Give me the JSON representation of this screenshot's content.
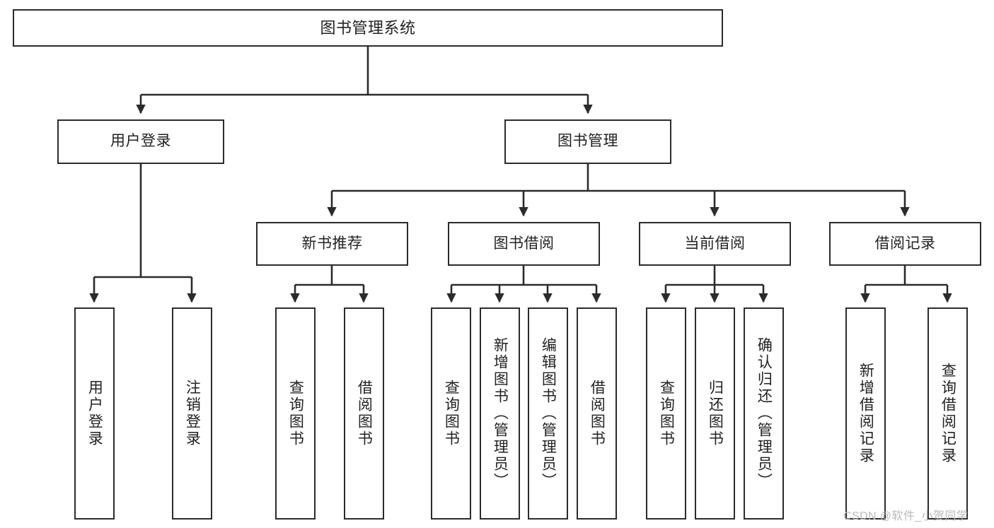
{
  "diagram": {
    "type": "tree-hierarchy-chart",
    "title": "图书管理系统",
    "stroke_color": "#2b2b2b",
    "background_color": "#ffffff",
    "text_color": "#222222",
    "levels": 4,
    "nodes": {
      "root": {
        "label": "图书管理系统"
      },
      "level2": [
        {
          "label": "用户登录"
        },
        {
          "label": "图书管理"
        }
      ],
      "level3": [
        {
          "label": "新书推荐"
        },
        {
          "label": "图书借阅"
        },
        {
          "label": "当前借阅"
        },
        {
          "label": "借阅记录"
        }
      ],
      "leaves": {
        "user_login": [
          {
            "label": "用户登录"
          },
          {
            "label": "注销登录"
          }
        ],
        "new_book_recommend": [
          {
            "label": "查询图书"
          },
          {
            "label": "借阅图书"
          }
        ],
        "book_borrow": [
          {
            "label": "查询图书"
          },
          {
            "label": "新增图书（管理员）"
          },
          {
            "label": "编辑图书（管理员）"
          },
          {
            "label": "借阅图书"
          }
        ],
        "current_borrow": [
          {
            "label": "查询图书"
          },
          {
            "label": "归还图书"
          },
          {
            "label": "确认归还（管理员）"
          }
        ],
        "borrow_record": [
          {
            "label": "新增借阅记录"
          },
          {
            "label": "查询借阅记录"
          }
        ]
      }
    }
  },
  "watermark": {
    "text": "CSDN @软件_小贺同学"
  }
}
